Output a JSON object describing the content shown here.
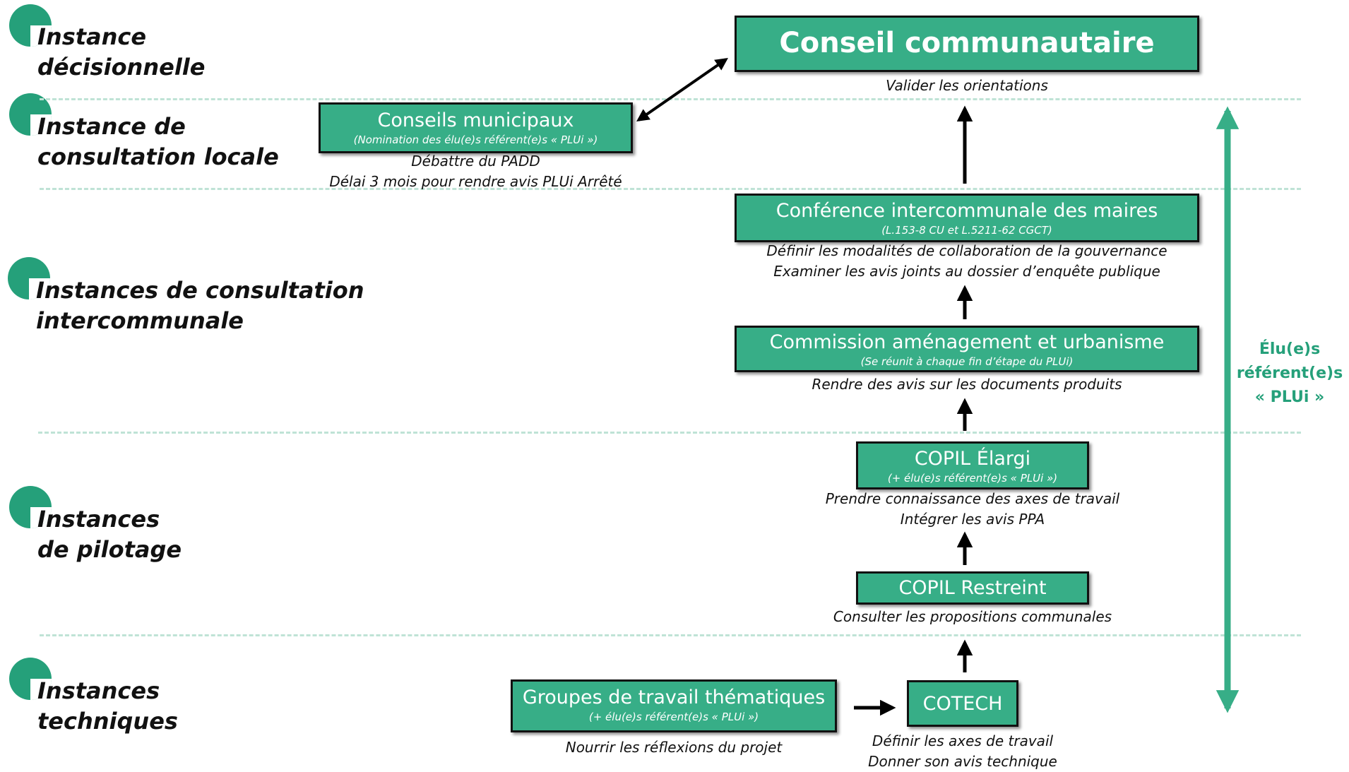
{
  "sections": [
    {
      "line1": "Instance",
      "line2": "décisionnelle"
    },
    {
      "line1": "Instance de",
      "line2": "consultation locale"
    },
    {
      "line1": "Instances de consultation",
      "line2": "intercommunale"
    },
    {
      "line1": "Instances",
      "line2": "de pilotage"
    },
    {
      "line1": "Instances",
      "line2": "techniques"
    }
  ],
  "nodes": {
    "conseil_communautaire": {
      "title": "Conseil communautaire",
      "desc1": "Valider les orientations"
    },
    "conseils_municipaux": {
      "title": "Conseils municipaux",
      "sub": "(Nomination des élu(e)s référent(e)s « PLUi »)",
      "desc1": "Débattre du PADD",
      "desc2": "Délai 3 mois pour rendre avis PLUi Arrêté"
    },
    "conference": {
      "title": "Conférence intercommunale des maires",
      "sub": "(L.153-8 CU et L.5211-62 CGCT)",
      "desc1": "Définir les modalités de collaboration de la gouvernance",
      "desc2": "Examiner les avis joints au dossier d’enquête publique"
    },
    "commission": {
      "title": "Commission aménagement et urbanisme",
      "sub": "(Se réunit à chaque fin d’étape du PLUi)",
      "desc1": "Rendre des avis sur les documents produits"
    },
    "copil_elargi": {
      "title": "COPIL Élargi",
      "sub": "(+ élu(e)s référent(e)s « PLUi »)",
      "desc1": "Prendre connaissance des axes de travail",
      "desc2": "Intégrer les avis PPA"
    },
    "copil_restreint": {
      "title": "COPIL Restreint",
      "desc1": "Consulter les propositions communales"
    },
    "groupes": {
      "title": "Groupes de travail thématiques",
      "sub": "(+ élu(e)s référent(e)s « PLUi »)",
      "desc1": "Nourrir les réflexions du projet"
    },
    "cotech": {
      "title": "COTECH",
      "desc1": "Définir les axes de travail",
      "desc2": "Donner son avis technique"
    }
  },
  "side_label": {
    "line1": "Élu(e)s",
    "line2": "référent(e)s",
    "line3": "« PLUi »"
  },
  "colors": {
    "box_fill": "#37ae87",
    "accent": "#25a07a",
    "separator": "#bfe3d6"
  }
}
